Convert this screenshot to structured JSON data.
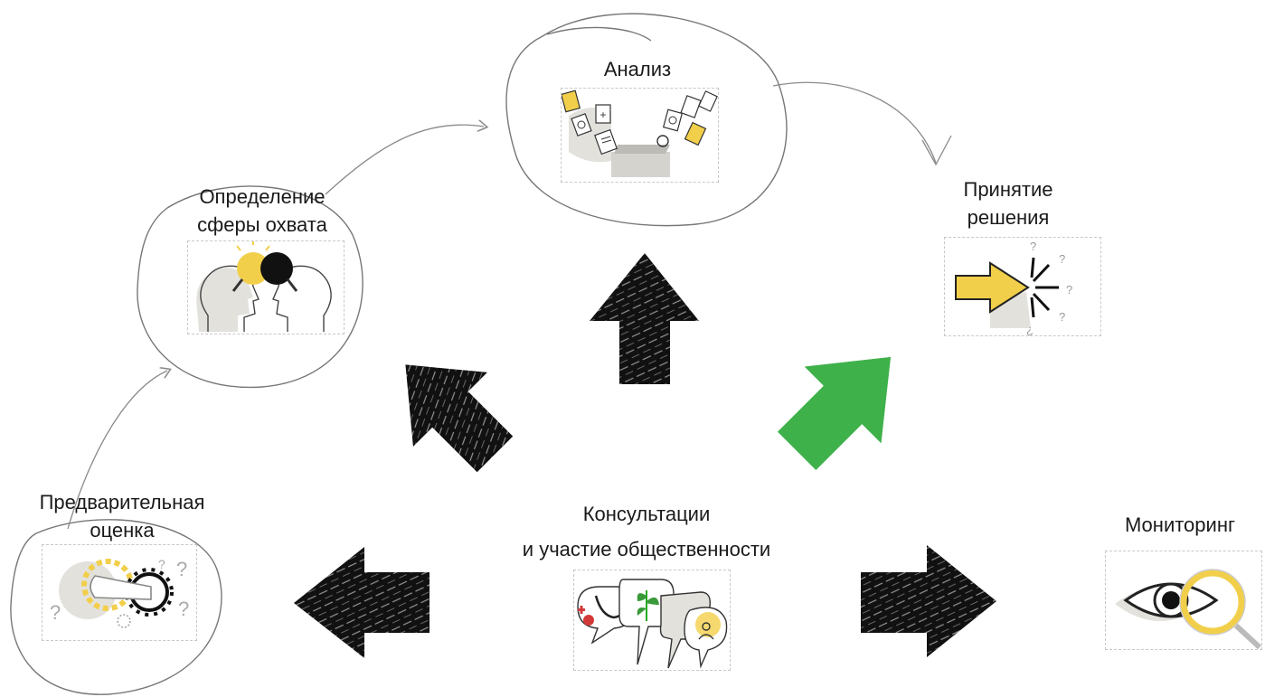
{
  "stages": {
    "analysis": {
      "label": "Анализ",
      "icon": "documents-folder-icon"
    },
    "scoping": {
      "line1": "Определение",
      "line2": "сферы охвата",
      "icon": "heads-lightbulbs-icon"
    },
    "decision": {
      "line1": "Принятие",
      "line2": "решения",
      "icon": "arrow-questions-icon"
    },
    "preliminary": {
      "line1": "Предварительная",
      "line2": "оценка",
      "icon": "gears-questions-icon"
    },
    "consultation": {
      "line1": "Консультации",
      "line2": "и участие общественности",
      "icon": "speech-bubbles-icon"
    },
    "monitoring": {
      "label": "Мониторинг",
      "icon": "eye-magnifier-icon"
    }
  },
  "colors": {
    "accent_yellow": "#f2cf4a",
    "highlight_green": "#3fb14a",
    "arrow_black": "#111111",
    "sketch_gray": "#8a8a8a",
    "soft_gray": "#e3e1dc"
  }
}
